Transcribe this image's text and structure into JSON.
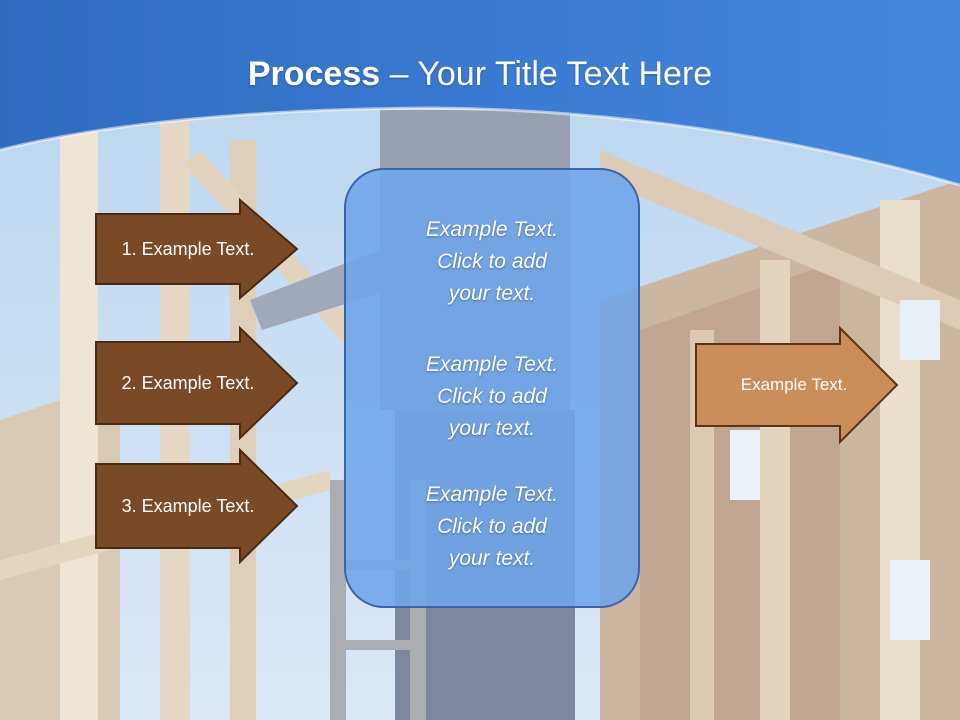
{
  "slide": {
    "title_bold": "Process",
    "title_rest": " – Your Title Text Here"
  },
  "left_arrows": [
    {
      "label": "1. Example Text."
    },
    {
      "label": "2. Example Text."
    },
    {
      "label": "3. Example Text."
    }
  ],
  "center_box": {
    "paragraphs": [
      {
        "line1": "Example Text.",
        "line2": "Click  to add",
        "line3": "your text."
      },
      {
        "line1": "Example Text.",
        "line2": "Click  to add",
        "line3": "your text."
      },
      {
        "line1": "Example Text.",
        "line2": "Click  to add",
        "line3": "your text."
      }
    ]
  },
  "right_arrow": {
    "label": "Example Text."
  },
  "colors": {
    "header_blue": "#3a7ad0",
    "dark_arrow": "#7a4a26",
    "light_arrow": "#c98e5a",
    "box_fill": "#6ea5eb",
    "box_border": "#3a66a6"
  }
}
